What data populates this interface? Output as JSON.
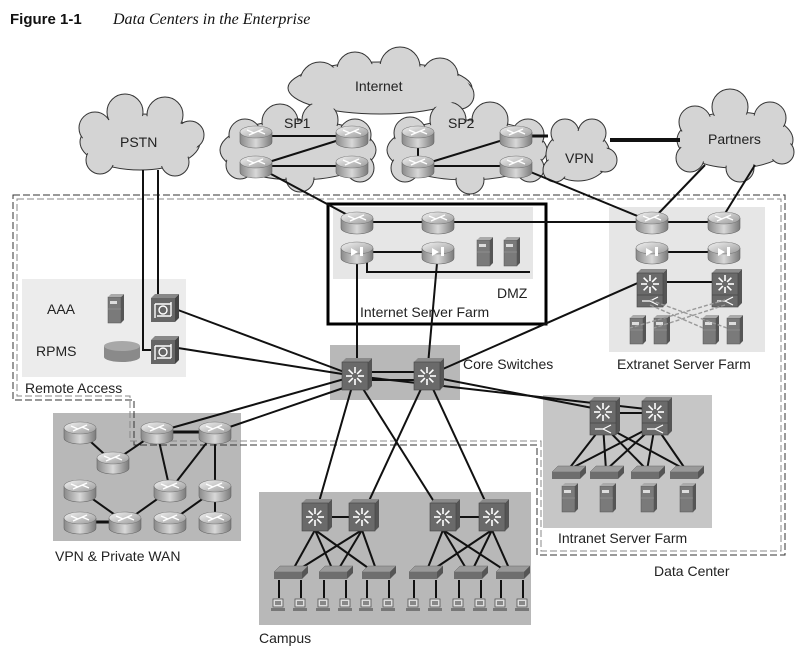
{
  "figure": {
    "number": "Figure 1-1",
    "caption": "Data Centers in the Enterprise"
  },
  "clouds": {
    "internet": "Internet",
    "sp1": "SP1",
    "sp2": "SP2",
    "pstn": "PSTN",
    "vpn": "VPN",
    "partners": "Partners"
  },
  "zones": {
    "remote_access": "Remote Access",
    "dmz": "DMZ",
    "internet_server_farm": "Internet Server Farm",
    "extranet_server_farm": "Extranet Server Farm",
    "core_switches": "Core Switches",
    "intranet_server_farm": "Intranet Server Farm",
    "data_center": "Data Center",
    "vpn_private_wan": "VPN & Private WAN",
    "campus": "Campus"
  },
  "remote_access_items": {
    "aaa": "AAA",
    "rpms": "RPMS"
  },
  "colors": {
    "cloud_fill": "#d4d4d4",
    "zone_fill_light": "#e6e6e6",
    "zone_fill_dark": "#b8b8b8",
    "device_dark": "#6a6a6a",
    "line": "#111111"
  }
}
